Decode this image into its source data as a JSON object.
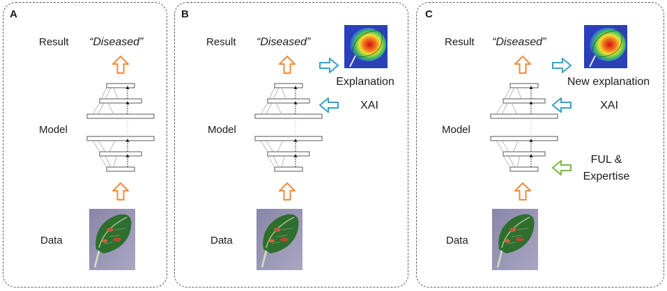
{
  "panels": [
    {
      "label": "A",
      "result_label": "Result",
      "result_value": "“Diseased”",
      "model_label": "Model",
      "data_label": "Data"
    },
    {
      "label": "B",
      "result_label": "Result",
      "result_value": "“Diseased”",
      "model_label": "Model",
      "data_label": "Data",
      "explanation_label": "Explanation",
      "xai_label": "XAI"
    },
    {
      "label": "C",
      "result_label": "Result",
      "result_value": "“Diseased”",
      "model_label": "Model",
      "data_label": "Data",
      "explanation_label": "New explanation",
      "xai_label": "XAI",
      "feedback_label_1": "FUL &",
      "feedback_label_2": "Expertise"
    }
  ],
  "colors": {
    "up_arrow": "#f08a3c",
    "xai_arrow": "#3aa0c8",
    "feedback_arrow": "#7ab648",
    "border": "#5a5a5a"
  },
  "icons": [
    "leaf-image",
    "heatmap-image",
    "network-diagram"
  ]
}
